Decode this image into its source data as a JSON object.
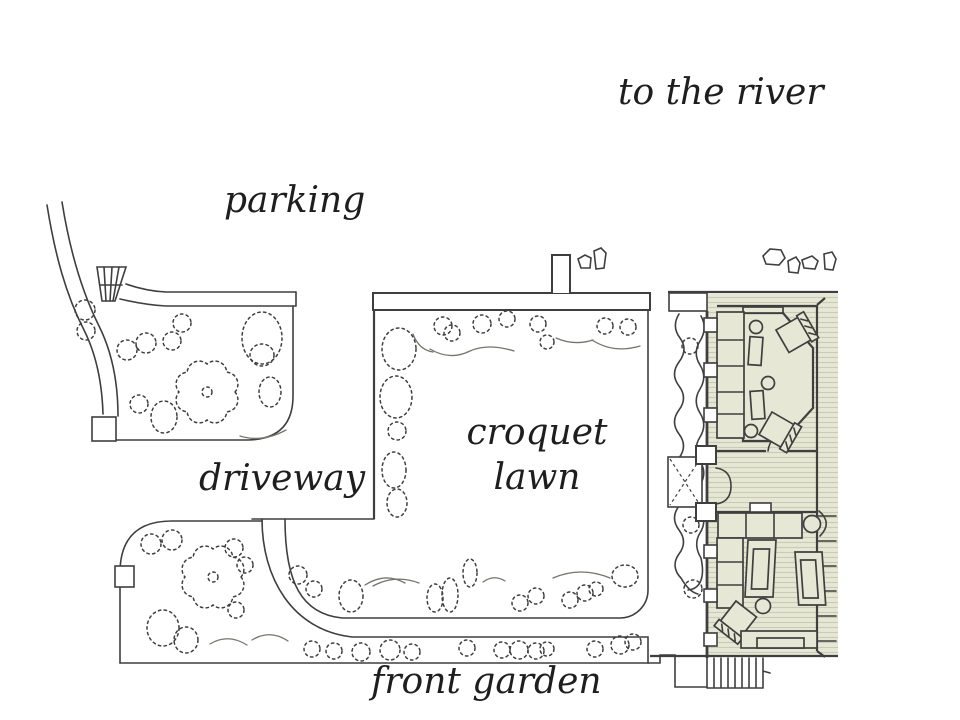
{
  "plan": {
    "labels": {
      "to_the_river": "to the river",
      "parking": "parking",
      "driveway": "driveway",
      "croquet_lawn_line1": "croquet",
      "croquet_lawn_line2": "lawn",
      "front_garden": "front garden"
    },
    "areas": [
      {
        "name": "river-direction",
        "label": "to the river"
      },
      {
        "name": "parking",
        "label": "parking"
      },
      {
        "name": "driveway",
        "label": "driveway"
      },
      {
        "name": "croquet-lawn",
        "label": "croquet lawn"
      },
      {
        "name": "front-garden",
        "label": "front garden"
      }
    ],
    "features": [
      "entrance-gate",
      "lane",
      "parking-shrub-bed",
      "flowering-tree",
      "garden-wall",
      "chimney",
      "stepping-stones",
      "hedge",
      "house-floor-plan",
      "sitting-room",
      "entrance-porch",
      "lounge",
      "veranda",
      "garden-steps",
      "front-path"
    ],
    "colors": {
      "bg": "#ffffff",
      "line": "#3f3f3f",
      "floor": "#e6e7d5",
      "hatch": "#c9ccb3",
      "text": "#1e1e1e"
    }
  }
}
